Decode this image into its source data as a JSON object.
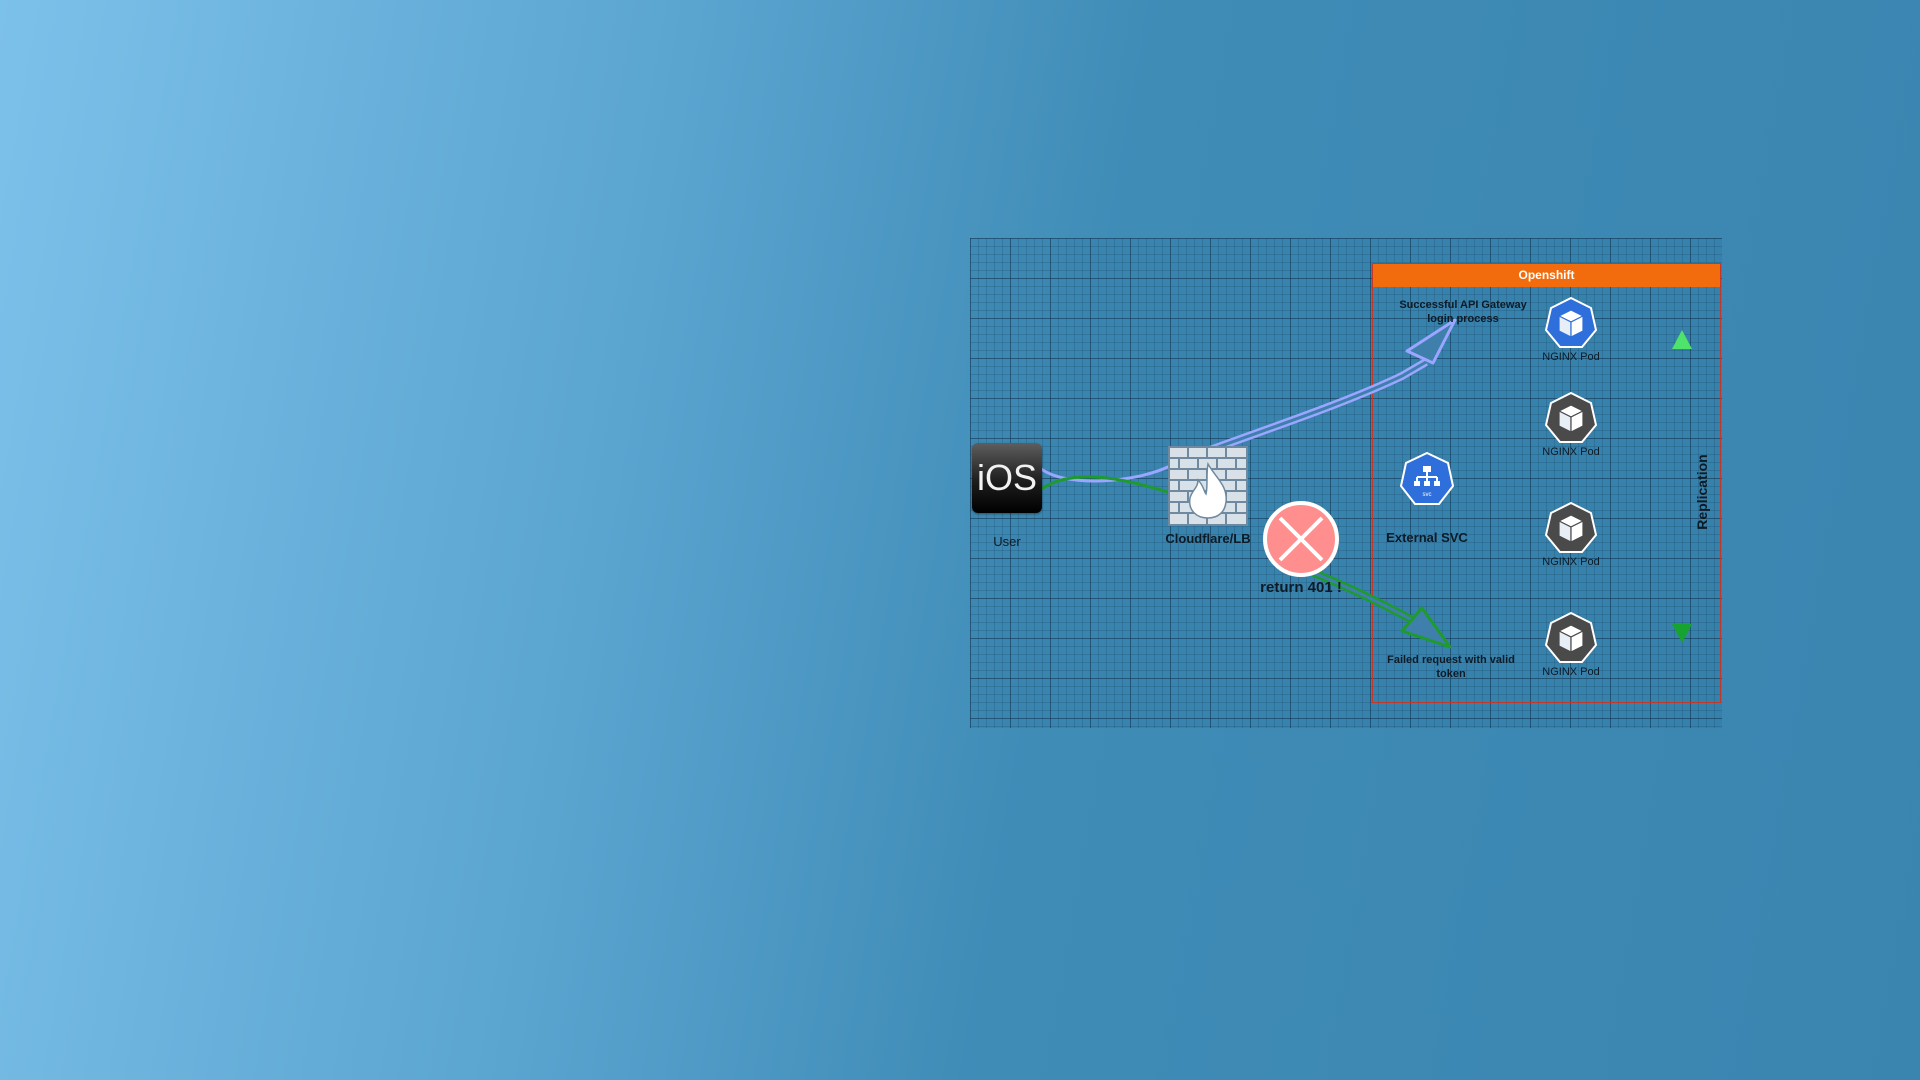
{
  "diagram": {
    "container_label": "Openshift",
    "user_label": "User",
    "ios_logo_text": "iOS",
    "firewall_label": "Cloudflare/LB",
    "error_label": "return 401 !",
    "service_label": "External SVC",
    "service_icon_text": "svc",
    "success_note": "Successful API Gateway login process",
    "failure_note": "Failed request with valid token",
    "replication_label": "Replication",
    "pods": [
      {
        "label": "NGINX Pod",
        "color": "#2f6fdb"
      },
      {
        "label": "NGINX Pod",
        "color": "#4a4a4a"
      },
      {
        "label": "NGINX Pod",
        "color": "#4a4a4a"
      },
      {
        "label": "NGINX Pod",
        "color": "#4a4a4a"
      }
    ],
    "colors": {
      "success_flow": "#9aa6ff",
      "failure_flow": "#1f9a2f",
      "replication_arrow": "#22b33a",
      "container_header": "#f26b0c",
      "container_border": "#c0392b",
      "error_circle": "#ff8f8f",
      "service_icon": "#2f6fdb"
    }
  }
}
